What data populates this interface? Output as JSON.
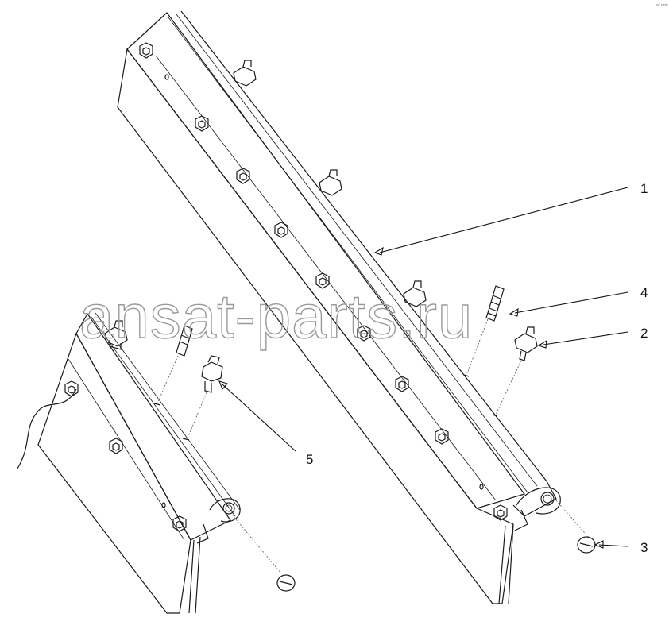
{
  "watermark": "ansat-parts.ru",
  "corner_code": "a° mm",
  "callouts": [
    {
      "id": "1",
      "label": "1"
    },
    {
      "id": "2",
      "label": "2"
    },
    {
      "id": "3",
      "label": "3"
    },
    {
      "id": "4",
      "label": "4"
    },
    {
      "id": "5",
      "label": "5"
    }
  ],
  "colors": {
    "line": "#1a1a1a",
    "watermark": "#9a9a9a",
    "background": "#ffffff"
  }
}
